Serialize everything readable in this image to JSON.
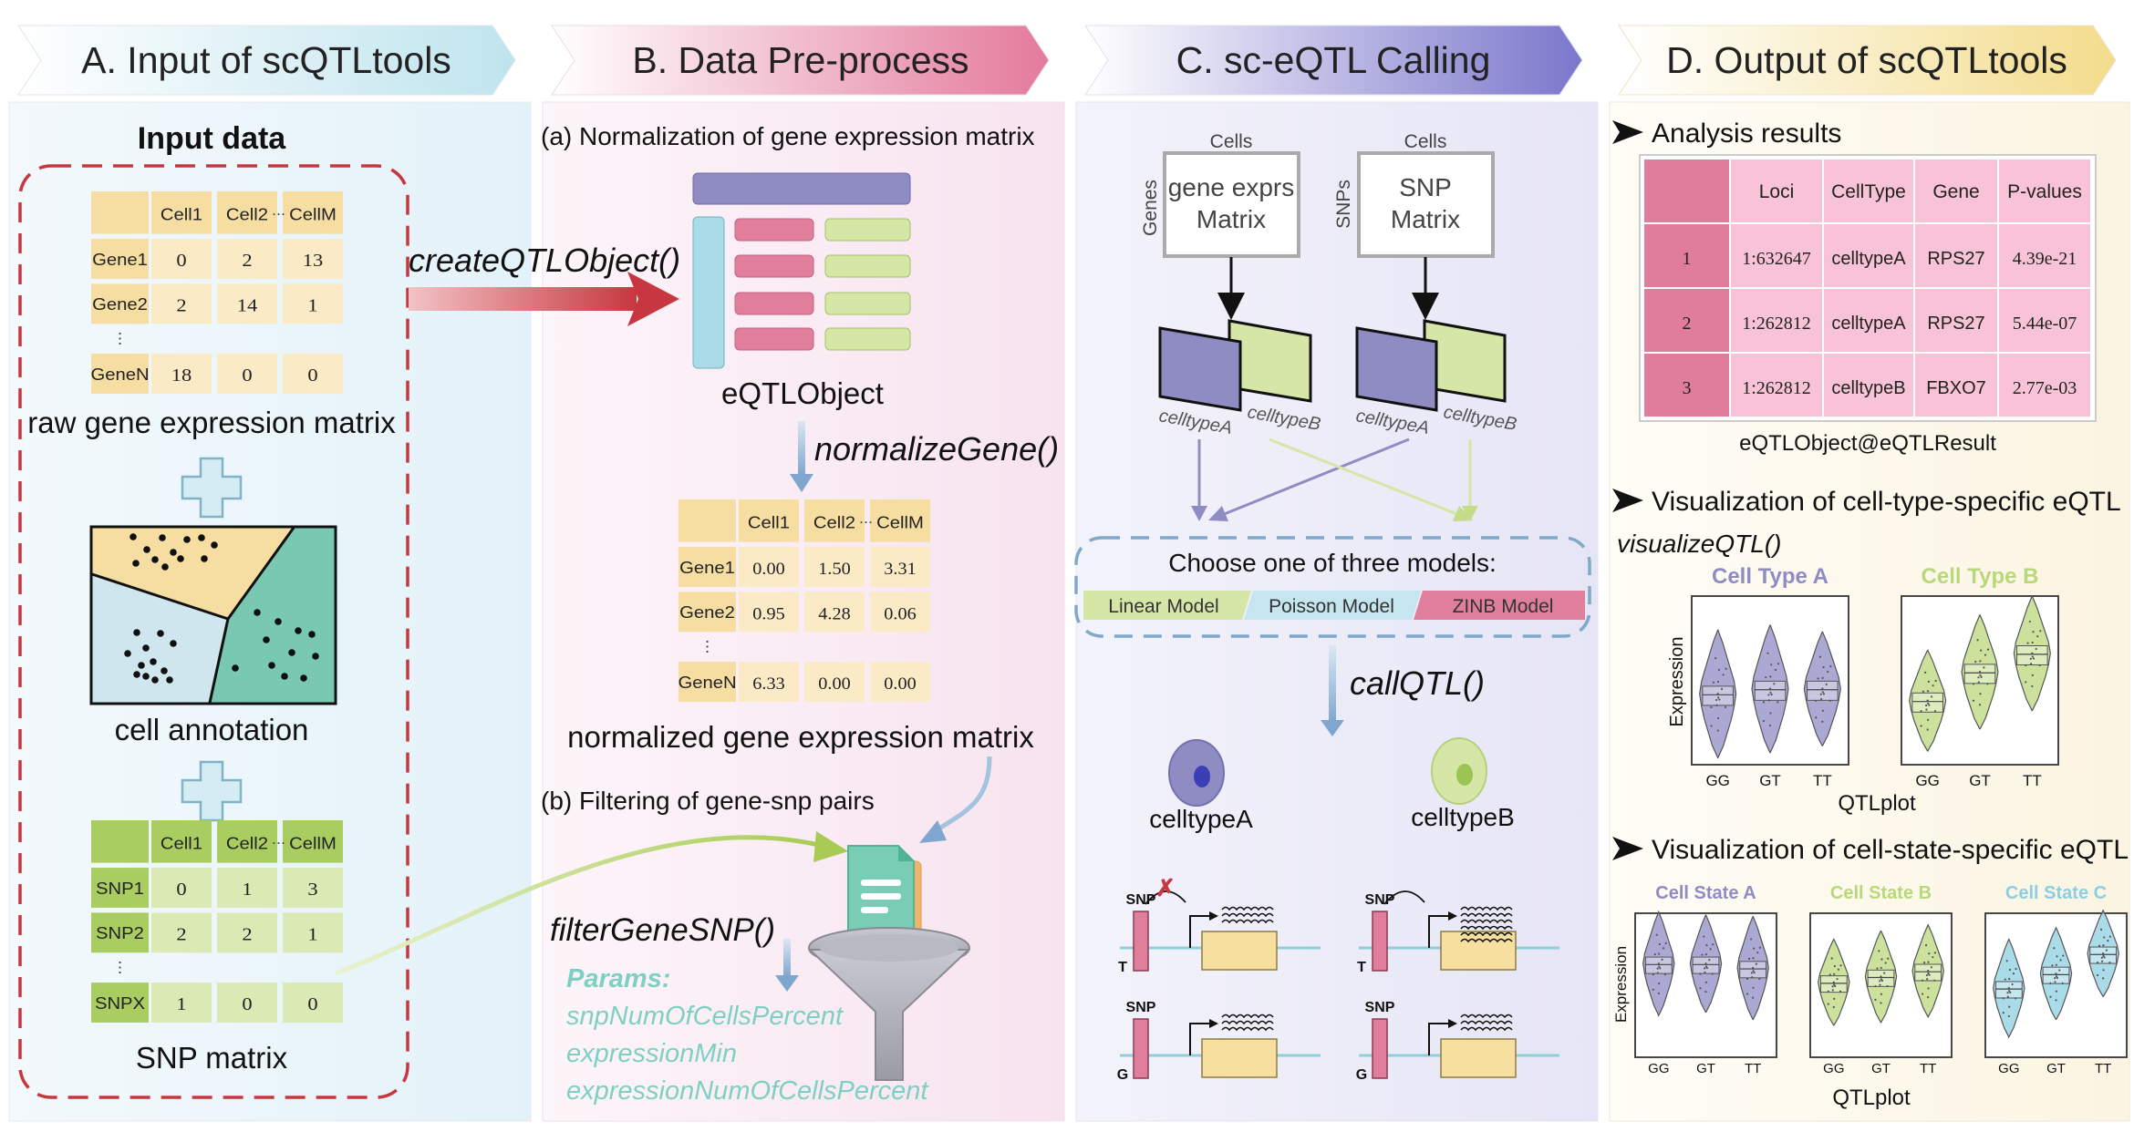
{
  "headers": {
    "a": "A. Input of scQTLtools",
    "b": "B. Data Pre-process",
    "c": "C. sc-eQTL Calling",
    "d": "D. Output of scQTLtools"
  },
  "panel_a": {
    "title": "Input data",
    "raw_matrix": {
      "cols": [
        "Cell1",
        "Cell2",
        "CellM"
      ],
      "ellipsis": "...",
      "rows": [
        {
          "name": "Gene1",
          "vals": [
            "0",
            "2",
            "13"
          ]
        },
        {
          "name": "Gene2",
          "vals": [
            "2",
            "14",
            "1"
          ]
        },
        {
          "name": "GeneN",
          "vals": [
            "18",
            "0",
            "0"
          ]
        }
      ],
      "vdots": "⋮",
      "caption": "raw gene expression matrix"
    },
    "annotation_caption": "cell annotation",
    "snp_matrix": {
      "cols": [
        "Cell1",
        "Cell2",
        "CellM"
      ],
      "ellipsis": "...",
      "rows": [
        {
          "name": "SNP1",
          "vals": [
            "0",
            "1",
            "3"
          ]
        },
        {
          "name": "SNP2",
          "vals": [
            "2",
            "2",
            "1"
          ]
        },
        {
          "name": "SNPX",
          "vals": [
            "1",
            "0",
            "0"
          ]
        }
      ],
      "vdots": "⋮",
      "caption": "SNP matrix"
    },
    "plus": "+"
  },
  "panel_b": {
    "create_fn": "createQTLObject()",
    "step_a": "(a) Normalization of gene expression matrix",
    "object_caption": "eQTLObject",
    "normalize_fn": "normalizeGene()",
    "norm_matrix": {
      "cols": [
        "Cell1",
        "Cell2",
        "CellM"
      ],
      "ellipsis": "...",
      "rows": [
        {
          "name": "Gene1",
          "vals": [
            "0.00",
            "1.50",
            "3.31"
          ]
        },
        {
          "name": "Gene2",
          "vals": [
            "0.95",
            "4.28",
            "0.06"
          ]
        },
        {
          "name": "GeneN",
          "vals": [
            "6.33",
            "0.00",
            "0.00"
          ]
        }
      ],
      "vdots": "⋮",
      "caption": "normalized gene expression matrix"
    },
    "step_b": "(b) Filtering of gene-snp pairs",
    "filter_fn": "filterGeneSNP()",
    "params_title": "Params:",
    "params": [
      "snpNumOfCellsPercent",
      "expressionMin",
      "expressionNumOfCellsPercent"
    ]
  },
  "panel_c": {
    "gene_box": {
      "top": "Cells",
      "side": "Genes",
      "line1": "gene exprs",
      "line2": "Matrix"
    },
    "snp_box": {
      "top": "Cells",
      "side": "SNPs",
      "line1": "SNP",
      "line2": "Matrix"
    },
    "celltype_a": "celltypeA",
    "celltype_b": "celltypeB",
    "choose_title": "Choose one of three models:",
    "models": [
      "Linear Model",
      "Poisson Model",
      "ZINB Model"
    ],
    "call_fn": "callQTL()",
    "cell_a_label": "celltypeA",
    "cell_b_label": "celltypeB",
    "snp_label": "SNP",
    "allele_t": "T",
    "allele_g": "G",
    "cross": "✗"
  },
  "panel_d": {
    "results_title": "Analysis results",
    "table": {
      "headers": [
        "",
        "Loci",
        "CellType",
        "Gene",
        "P-values"
      ],
      "rows": [
        [
          "1",
          "1:632647",
          "celltypeA",
          "RPS27",
          "4.39e-21"
        ],
        [
          "2",
          "1:262812",
          "celltypeA",
          "RPS27",
          "5.44e-07"
        ],
        [
          "3",
          "1:262812",
          "celltypeB",
          "FBXO7",
          "2.77e-03"
        ]
      ],
      "caption": "eQTLObject@eQTLResult"
    },
    "viz_type_title": "Visualization of cell-type-specific eQTL",
    "viz_fn": "visualizeQTL()",
    "type_plots": {
      "ylabel": "Expression",
      "xlabel": "QTLplot",
      "groups": [
        "GG",
        "GT",
        "TT"
      ],
      "panels": [
        {
          "title": "Cell Type A",
          "color": "#8f8cc4"
        },
        {
          "title": "Cell Type B",
          "color": "#b9d77b"
        }
      ]
    },
    "viz_state_title": "Visualization of cell-state-specific eQTL",
    "state_plots": {
      "ylabel": "Expression",
      "xlabel": "QTLplot",
      "groups": [
        "GG",
        "GT",
        "TT"
      ],
      "panels": [
        {
          "title": "Cell State A",
          "color": "#8f8cc4"
        },
        {
          "title": "Cell State B",
          "color": "#b9d77b"
        },
        {
          "title": "Cell State C",
          "color": "#8ccfe2"
        }
      ]
    }
  },
  "colors": {
    "tan": "#f6dfa0",
    "tan_dark": "#e8c66a",
    "green_cell": "#dbe9b4",
    "green_head": "#a9cd60",
    "pink": "#f7c4d6",
    "pink_dark": "#dd7f9c",
    "purple": "#8f8cc4",
    "lightgreen": "#d5e6a7",
    "teal": "#79c9b2",
    "red": "#c8373f"
  }
}
